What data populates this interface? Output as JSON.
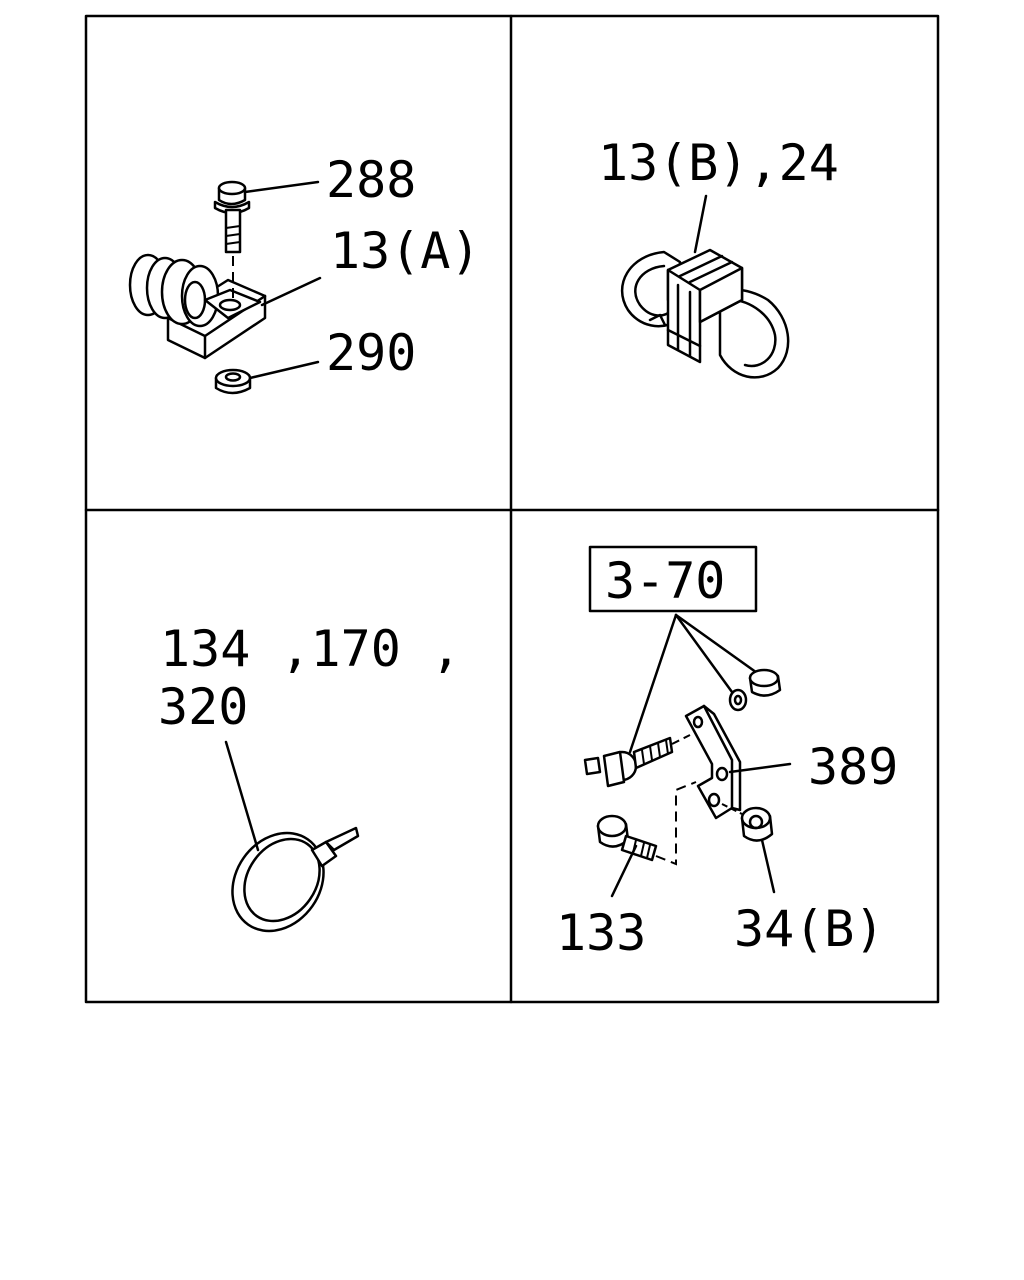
{
  "diagram": {
    "panels": [
      {
        "id": "panel-top-left",
        "labels": [
          "288",
          "13(A)",
          "290"
        ]
      },
      {
        "id": "panel-top-right",
        "labels": [
          "13(B),24"
        ]
      },
      {
        "id": "panel-bottom-left",
        "labels": [
          "134 ,170 ,",
          "320"
        ]
      },
      {
        "id": "panel-bottom-right",
        "ref_box": "3-70",
        "labels": [
          "389",
          "133",
          "34(B)"
        ]
      }
    ]
  }
}
